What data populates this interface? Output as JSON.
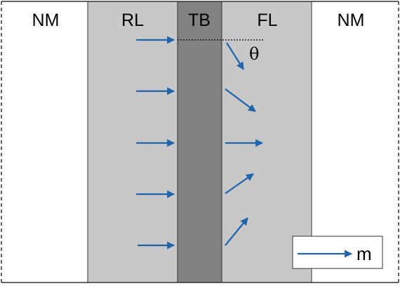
{
  "regions": [
    {
      "label": "NM",
      "fill": "#ffffff"
    },
    {
      "label": "RL",
      "fill": "#c8c8c8"
    },
    {
      "label": "TB",
      "fill": "#828282"
    },
    {
      "label": "FL",
      "fill": "#c8c8c8"
    },
    {
      "label": "NM",
      "fill": "#ffffff"
    }
  ],
  "angle_symbol": "θ",
  "legend": {
    "label": "m"
  },
  "colors": {
    "arrow": "#1f64ad",
    "border": "#333333",
    "reference_line": "#000000"
  }
}
